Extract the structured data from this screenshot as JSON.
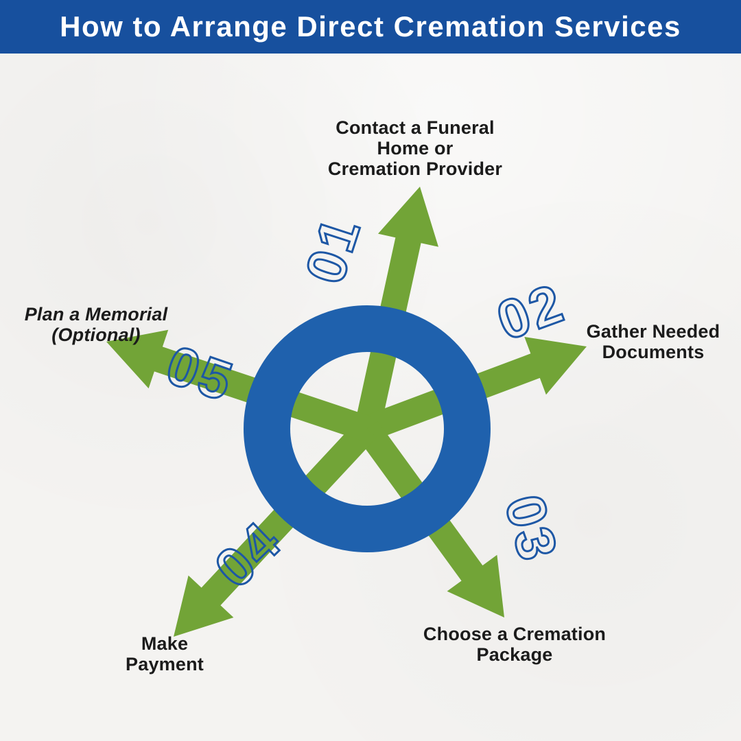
{
  "header": {
    "title": "How to Arrange Direct Cremation Services",
    "background_color": "#17509e",
    "text_color": "#ffffff"
  },
  "diagram": {
    "ring_color": "#1f61ad",
    "arrow_color": "#72a437",
    "number_outline_color": "#1d57a5",
    "label_color": "#1b1b1b",
    "background_color": "#f4f3f1",
    "steps": [
      {
        "number": "01",
        "lines": [
          "Contact a Funeral",
          "Home or",
          "Cremation Provider"
        ]
      },
      {
        "number": "02",
        "lines": [
          "Gather Needed",
          "Documents"
        ]
      },
      {
        "number": "03",
        "lines": [
          "Choose a Cremation",
          "Package"
        ]
      },
      {
        "number": "04",
        "lines": [
          "Make",
          "Payment"
        ]
      },
      {
        "number": "05",
        "lines": [
          "Plan a Memorial",
          "(Optional)"
        ]
      }
    ]
  }
}
